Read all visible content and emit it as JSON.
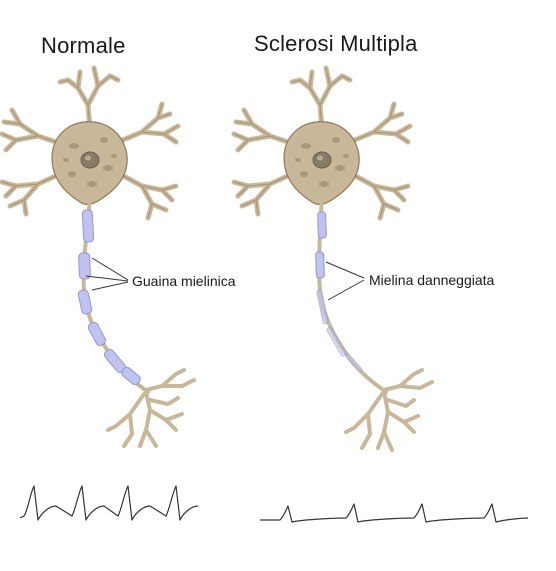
{
  "panels": {
    "normal": {
      "title": "Normale",
      "label": "Guaina mielinica"
    },
    "ms": {
      "title": "Sclerosi Multipla",
      "label": "Mielina danneggiata"
    }
  },
  "colors": {
    "neuron_body": "#c9b79a",
    "neuron_outline": "#8c7a5c",
    "nucleus": "#8a7b66",
    "myelin": "#c0c3ee",
    "myelin_outline": "#9297d6",
    "signal_line": "#333333",
    "leader_line": "#333333"
  },
  "icons": [
    "neuron-normal-icon",
    "neuron-damaged-icon"
  ]
}
